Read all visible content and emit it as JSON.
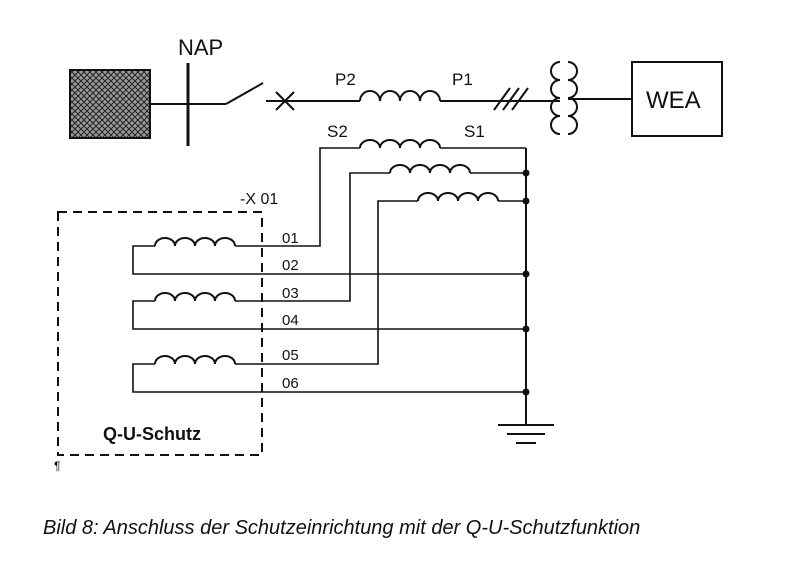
{
  "diagram": {
    "nap_label": "NAP",
    "wea_label": "WEA",
    "p2_label": "P2",
    "p1_label": "P1",
    "s2_label": "S2",
    "s1_label": "S1",
    "connector_label": "-X 01",
    "terminals": [
      "01",
      "02",
      "03",
      "04",
      "05",
      "06"
    ],
    "box_label": "Q-U-Schutz",
    "pilcrow": "¶",
    "caption": "Bild 8: Anschluss der Schutzeinrichtung mit der Q-U-Schutzfunktion"
  }
}
